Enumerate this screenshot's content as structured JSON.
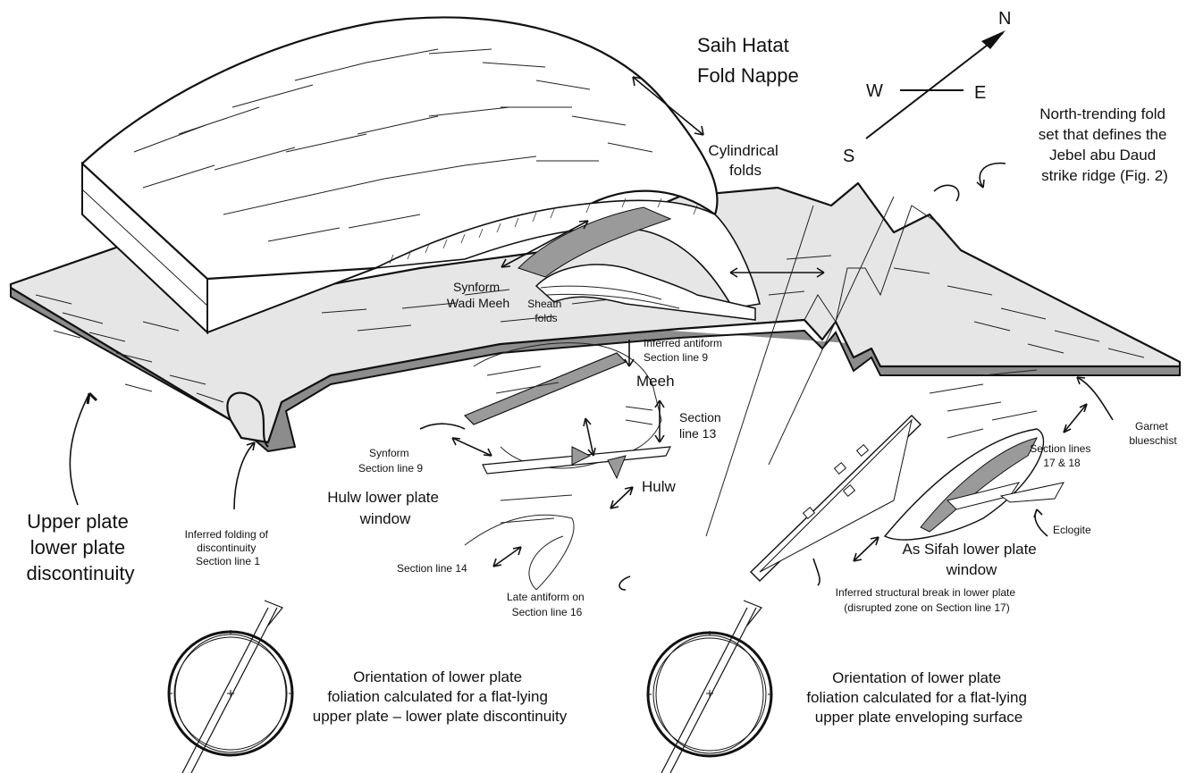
{
  "labels": {
    "nappe_title": [
      "Saih Hatat",
      "Fold Nappe"
    ],
    "cylindrical": [
      "Cylindrical",
      "folds"
    ],
    "north_trending": [
      "North-trending fold",
      "set that defines the",
      "Jebel abu Daud",
      "strike ridge (Fig. 2)"
    ],
    "synform_wadi": [
      "Synform",
      "Wadi Meeh"
    ],
    "sheath": [
      "Sheath",
      "folds"
    ],
    "inferred_antiform": [
      "Inferred antiform",
      "Section line 9"
    ],
    "meeh": "Meeh",
    "section_13": [
      "Section",
      "line 13"
    ],
    "synform_9": [
      "Synform",
      "Section line 9"
    ],
    "hulw": "Hulw",
    "hulw_window": [
      "Hulw lower plate",
      "window"
    ],
    "inferred_folding": [
      "Inferred folding of",
      "discontinuity",
      "Section line 1"
    ],
    "upper_lower": [
      "Upper plate",
      "lower plate",
      "discontinuity"
    ],
    "section_14": "Section line 14",
    "late_antiform": [
      "Late antiform on",
      "Section line 16"
    ],
    "garnet": [
      "Garnet",
      "blueschist"
    ],
    "section_17_18": [
      "Section lines",
      "17 & 18"
    ],
    "eclogite": "Eclogite",
    "as_sifah": [
      "As Sifah lower plate",
      "window"
    ],
    "structural_break": [
      "Inferred structural break in lower plate",
      "(disrupted zone on Section line 17)"
    ],
    "stereo_left_caption": [
      "Orientation of lower plate",
      "foliation calculated for a flat-lying",
      "upper plate – lower plate discontinuity"
    ],
    "stereo_right_caption": [
      "Orientation of lower plate",
      "foliation calculated for a flat-lying",
      "upper plate enveloping surface"
    ]
  },
  "compass": {
    "north": "N",
    "south": "S",
    "east": "E",
    "west": "W"
  },
  "colors": {
    "plate_fill": "#e6e6e6",
    "plate_edge": "#8c8c8c",
    "hatched_fill": "#9a9a9a",
    "ink": "#111111"
  }
}
